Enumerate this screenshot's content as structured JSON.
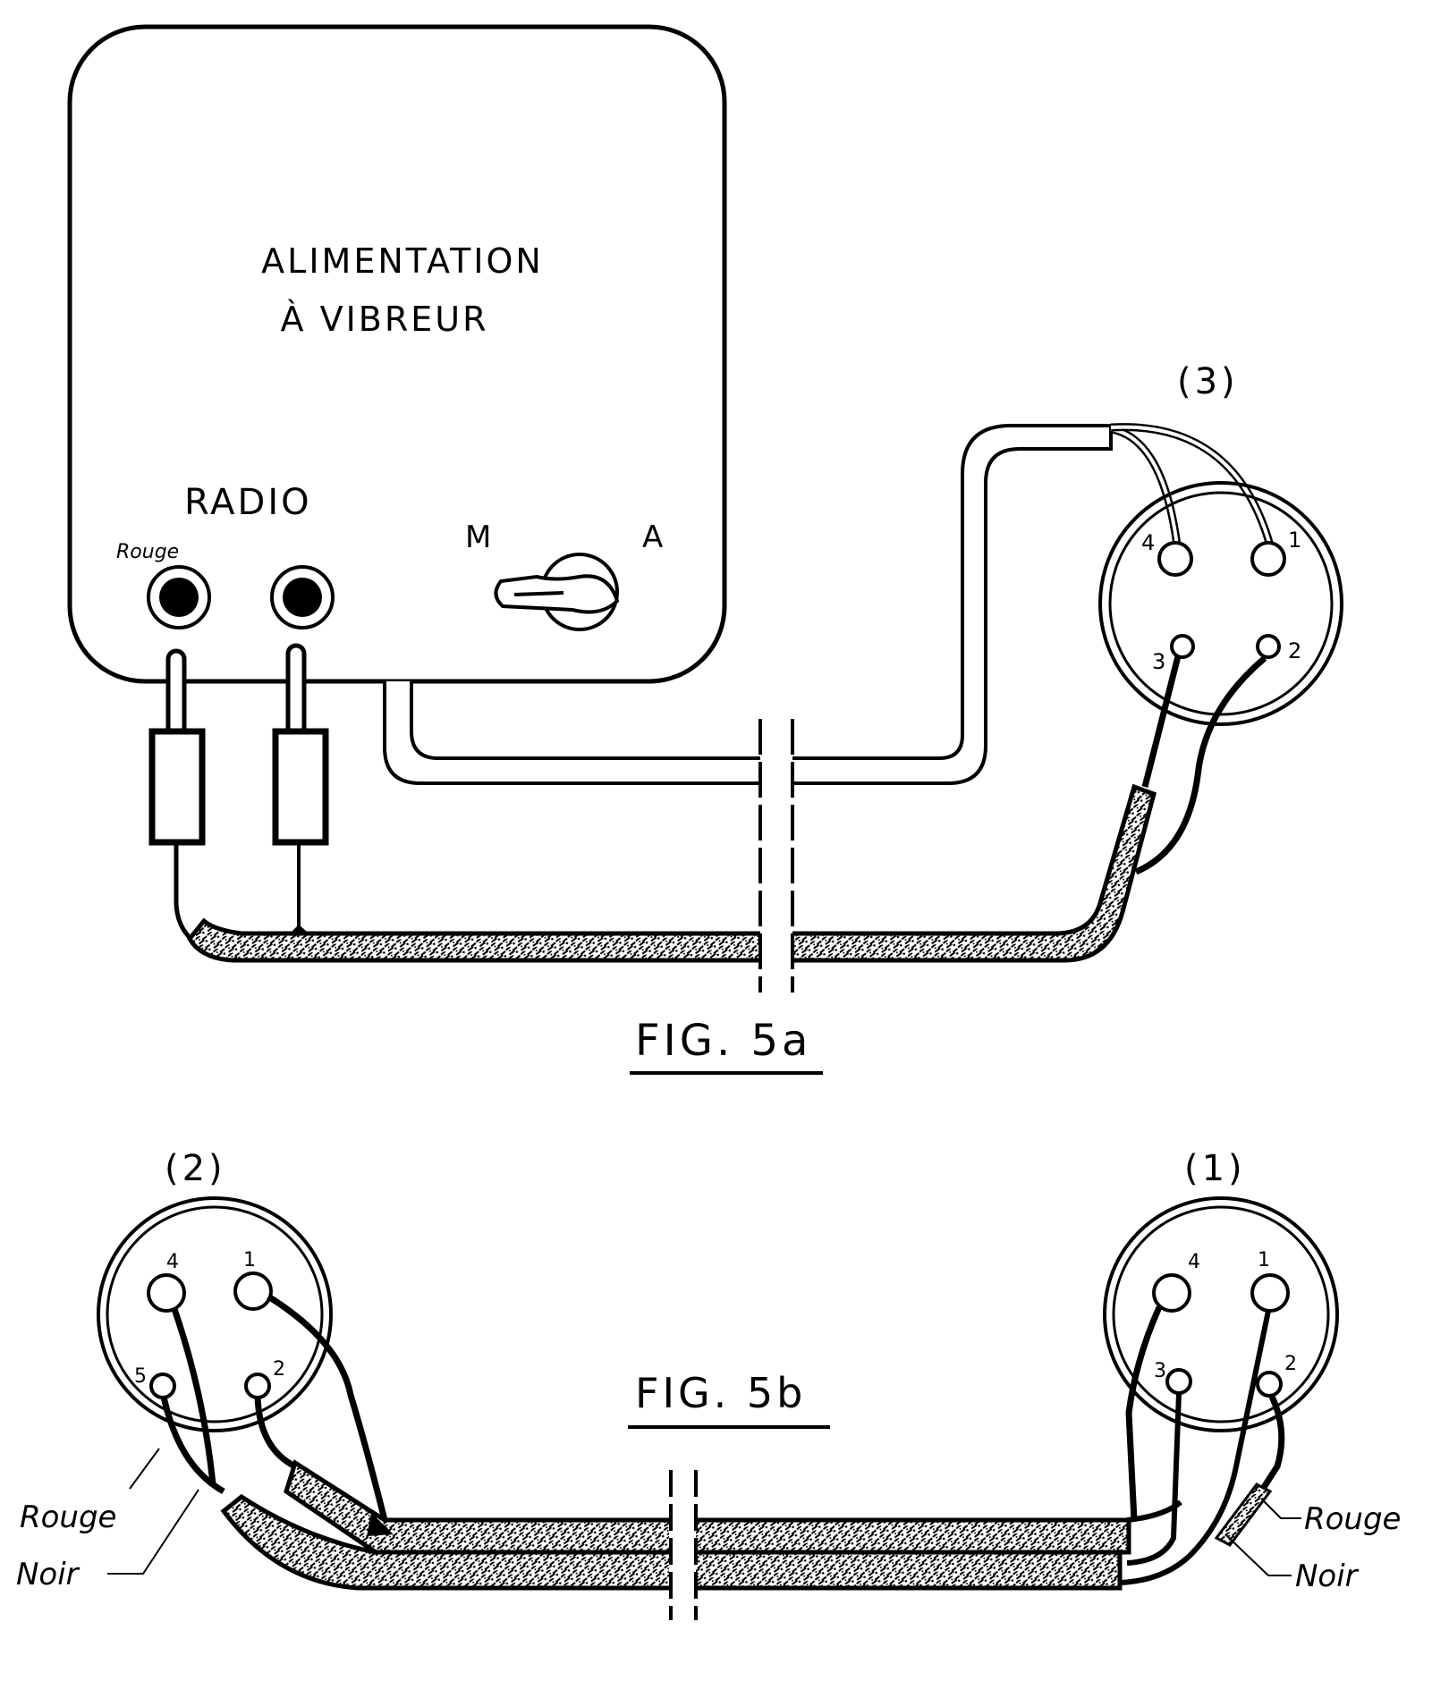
{
  "fig5a": {
    "box_title_line1": "ALIMENTATION",
    "box_title_line2": "À VIBREUR",
    "radio_label": "RADIO",
    "rouge_label": "Rouge",
    "switch_left": "M",
    "switch_right": "A",
    "connector_label": "(3)",
    "connector_pins": [
      "4",
      "1",
      "3",
      "2"
    ],
    "caption": "FIG. 5a"
  },
  "fig5b": {
    "caption": "FIG. 5b",
    "left_connector": {
      "label": "(2)",
      "pins": [
        "4",
        "1",
        "5",
        "2"
      ],
      "wire_rouge": "Rouge",
      "wire_noir": "Noir"
    },
    "right_connector": {
      "label": "(1)",
      "pins": [
        "4",
        "1",
        "3",
        "2"
      ],
      "wire_rouge": "Rouge",
      "wire_noir": "Noir"
    }
  }
}
